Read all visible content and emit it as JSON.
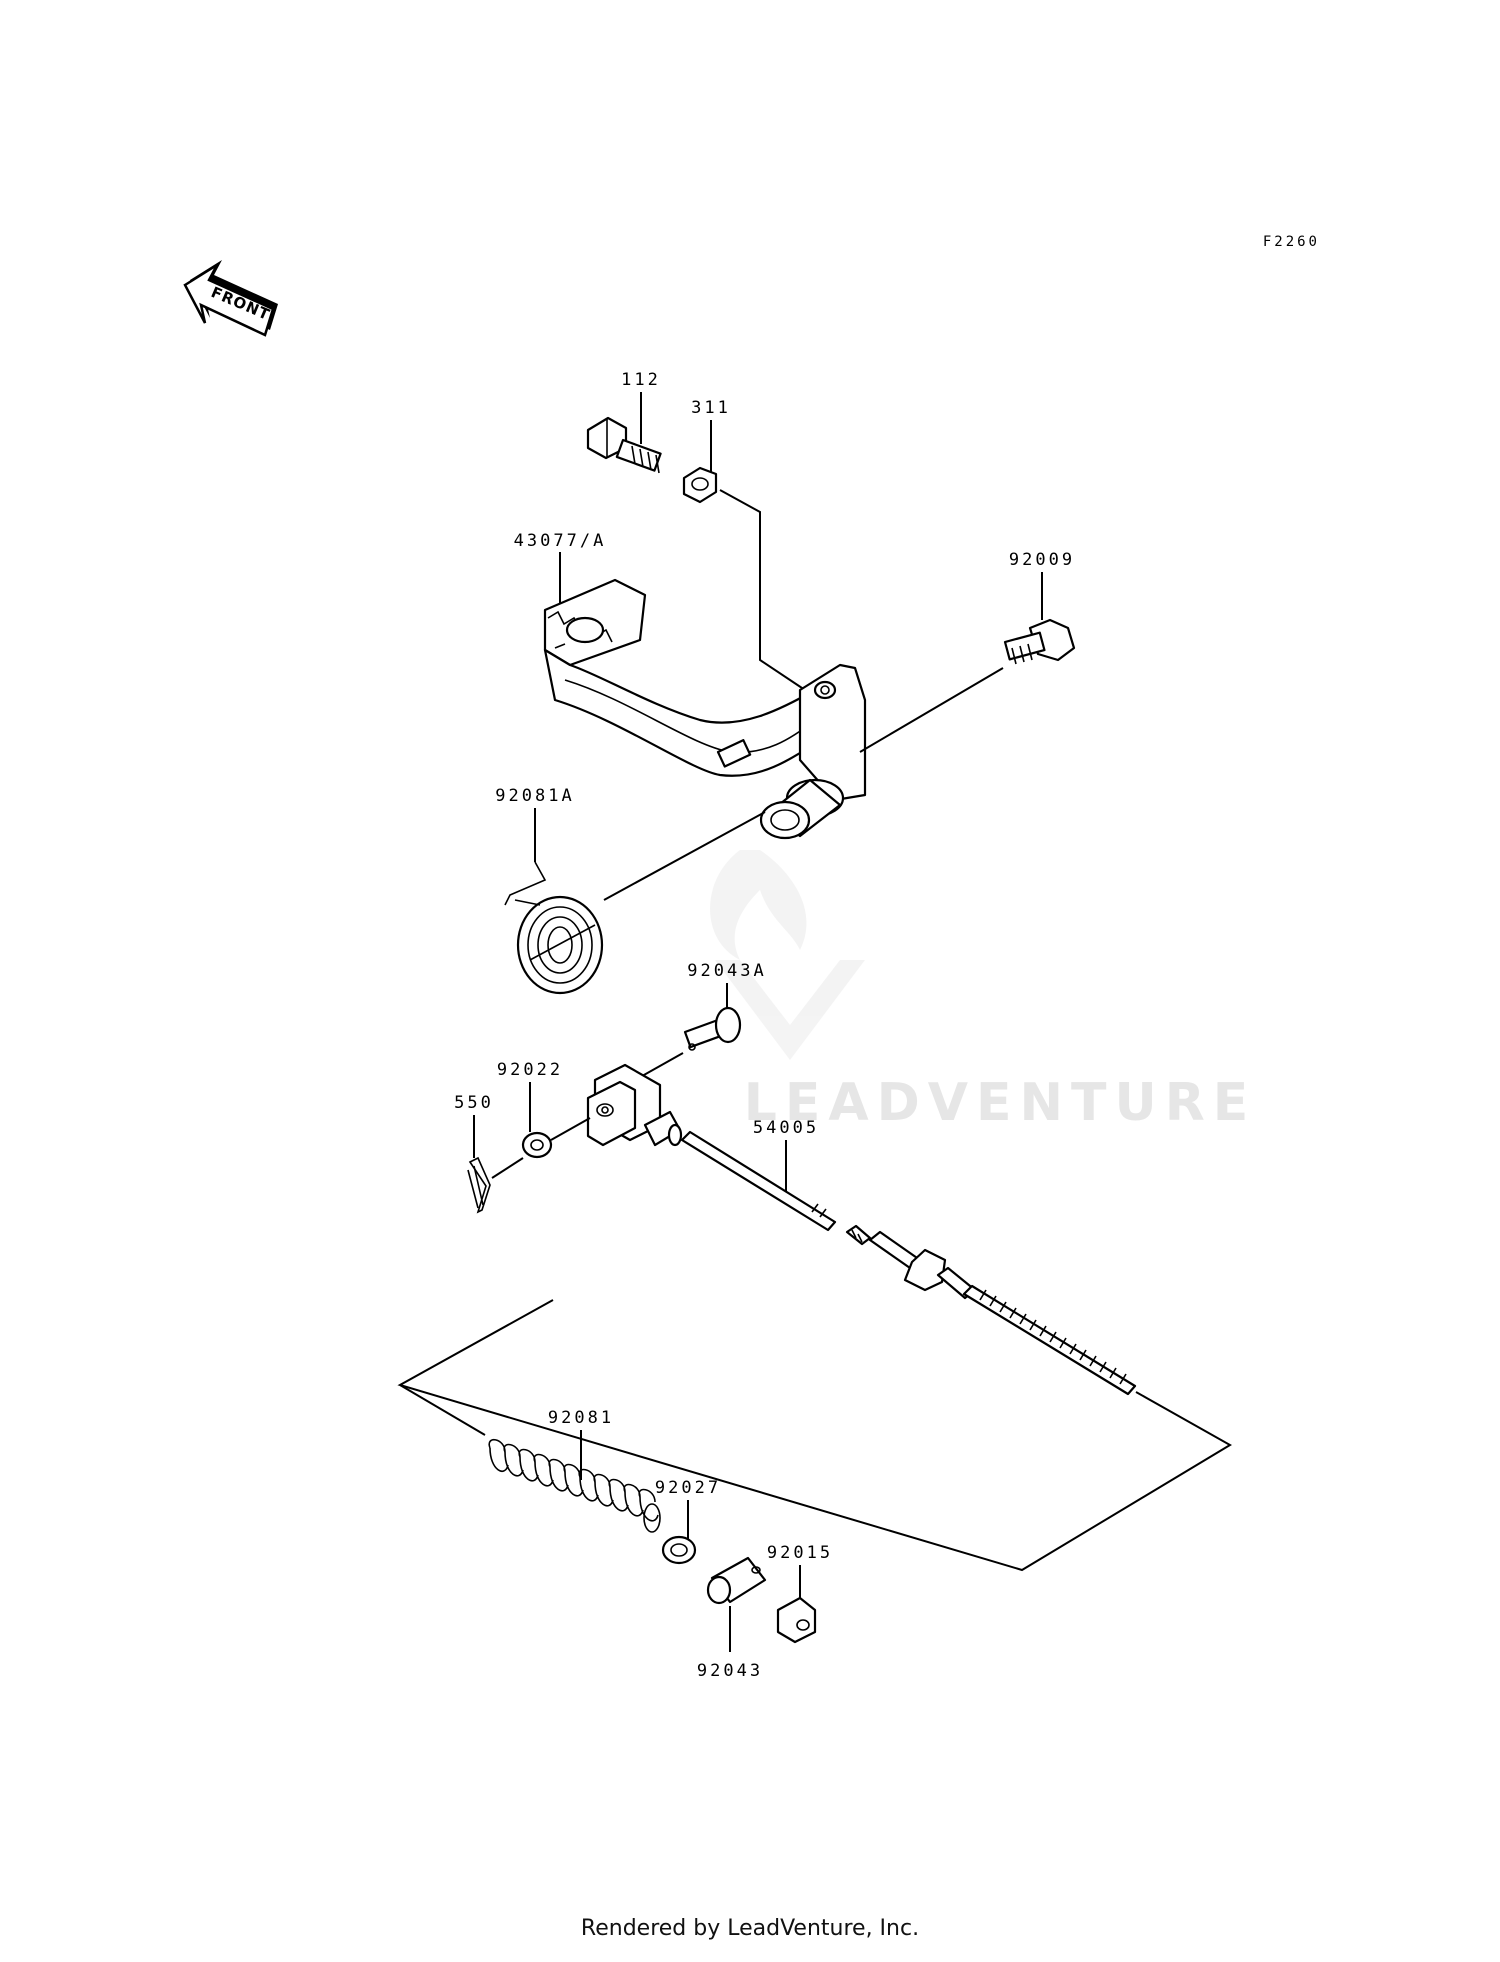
{
  "drawing_code": "F2260",
  "front_arrow_label": "FRONT",
  "watermark": "LEADVENTURE",
  "footer": "Rendered by LeadVenture, Inc.",
  "labels": {
    "bolt_112": "112",
    "nut_311": "311",
    "pedal": "43077/A",
    "bolt_92009": "92009",
    "spring_92081A": "92081A",
    "pin_92043A": "92043A",
    "washer_92022": "92022",
    "pin_550": "550",
    "rod_54005": "54005",
    "spring_92081": "92081",
    "washer_92027": "92027",
    "nut_92015": "92015",
    "joint_92043": "92043"
  }
}
